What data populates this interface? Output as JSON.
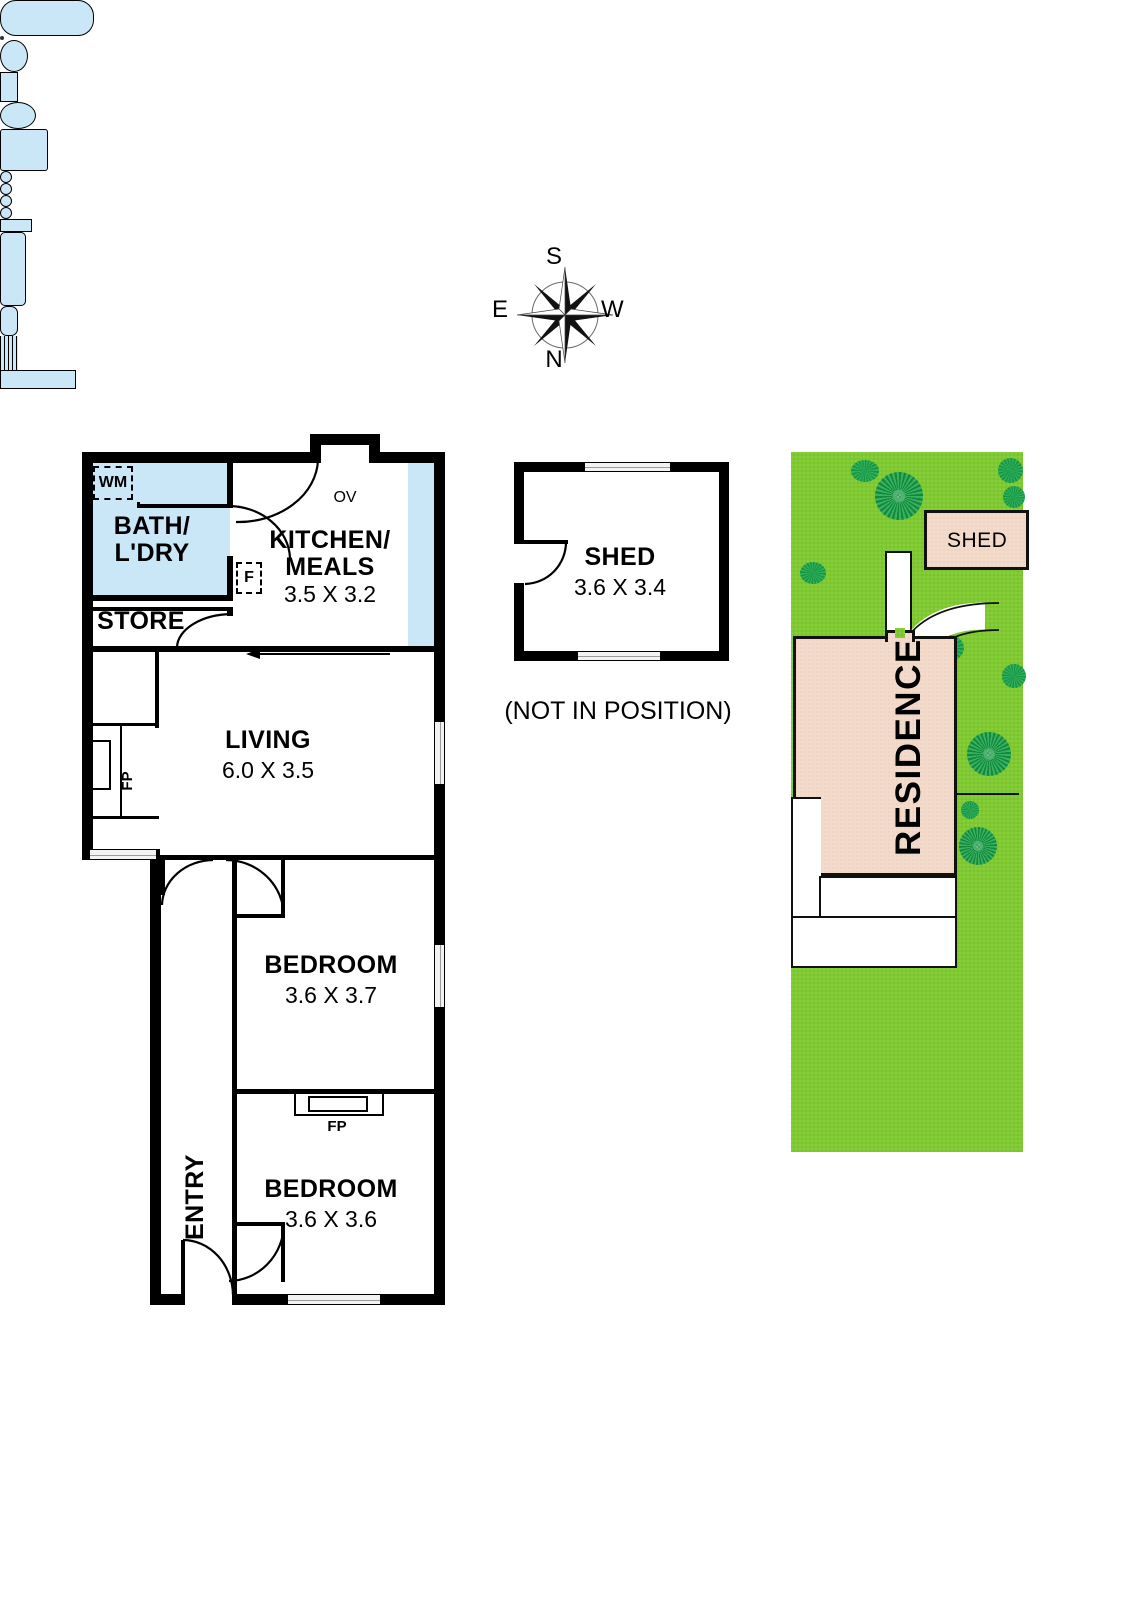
{
  "compass": {
    "name": "compass-rose",
    "top": "S",
    "bottom": "N",
    "left": "E",
    "right": "W"
  },
  "floorplan": {
    "rooms": [
      {
        "id": "bath",
        "name": "BATH/\nL'DRY",
        "name_line1": "BATH/",
        "name_line2": "L'DRY",
        "dim": ""
      },
      {
        "id": "store",
        "name": "STORE",
        "dim": ""
      },
      {
        "id": "kitchen",
        "name": "KITCHEN/\nMEALS",
        "name_line1": "KITCHEN/",
        "name_line2": "MEALS",
        "dim": "3.5 X 3.2"
      },
      {
        "id": "living",
        "name": "LIVING",
        "dim": "6.0 X 3.5"
      },
      {
        "id": "bedroom1",
        "name": "BEDROOM",
        "dim": "3.6 X 3.7"
      },
      {
        "id": "bedroom2",
        "name": "BEDROOM",
        "dim": "3.6 X 3.6"
      },
      {
        "id": "entry",
        "name": "ENTRY",
        "dim": ""
      }
    ],
    "tags": {
      "washing_machine": "WM",
      "fridge": "F",
      "oven": "OV",
      "fireplace_living": "FP",
      "fireplace_bedroom": "FP"
    }
  },
  "shed_detail": {
    "name": "SHED",
    "dim": "3.6 X 3.4",
    "note": "(NOT IN POSITION)"
  },
  "site_plan": {
    "residence_label": "RESIDENCE",
    "shed_label": "SHED"
  },
  "colors": {
    "wall": "#000000",
    "wet_area": "#c9e7f7",
    "lawn": "#7ec92f",
    "building": "#f3dbcb",
    "tree": "#19a64a",
    "paving": "#ffffff"
  }
}
